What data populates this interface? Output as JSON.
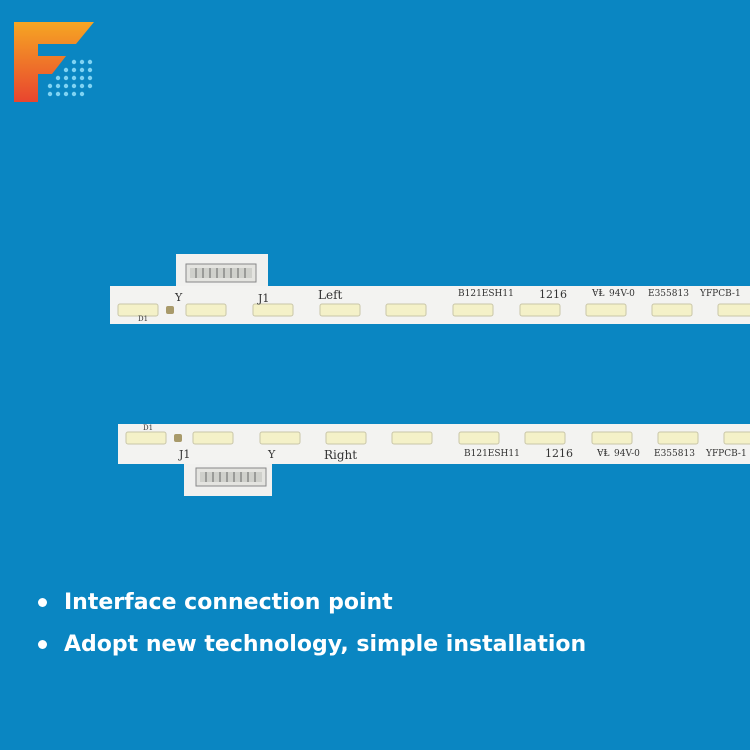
{
  "brand": {
    "logo_icon": "f-letter-logo-icon",
    "colors": {
      "top": "#f6a623",
      "bottom": "#e8452f",
      "accent": "#7fd3f3"
    }
  },
  "background_color": "#0a86c2",
  "strip_top": {
    "labels": {
      "connector_y": "Y",
      "connector_j1": "J1",
      "side": "Left",
      "d1": "D1",
      "model": "B121ESH11",
      "date": "1216",
      "ul": "94V-0",
      "ul_mark": "ⱯⱠ",
      "cert": "E355813",
      "pcb": "YFPCB-1"
    }
  },
  "strip_bottom": {
    "labels": {
      "connector_y": "Y",
      "connector_j1": "J1",
      "side": "Right",
      "d1": "D1",
      "model": "B121ESH11",
      "date": "1216",
      "ul": "94V-0",
      "ul_mark": "ⱯⱠ",
      "cert": "E355813",
      "pcb": "YFPCB-1"
    }
  },
  "features": [
    {
      "text": "Interface connection point"
    },
    {
      "text": "Adopt new technology, simple installation"
    }
  ]
}
